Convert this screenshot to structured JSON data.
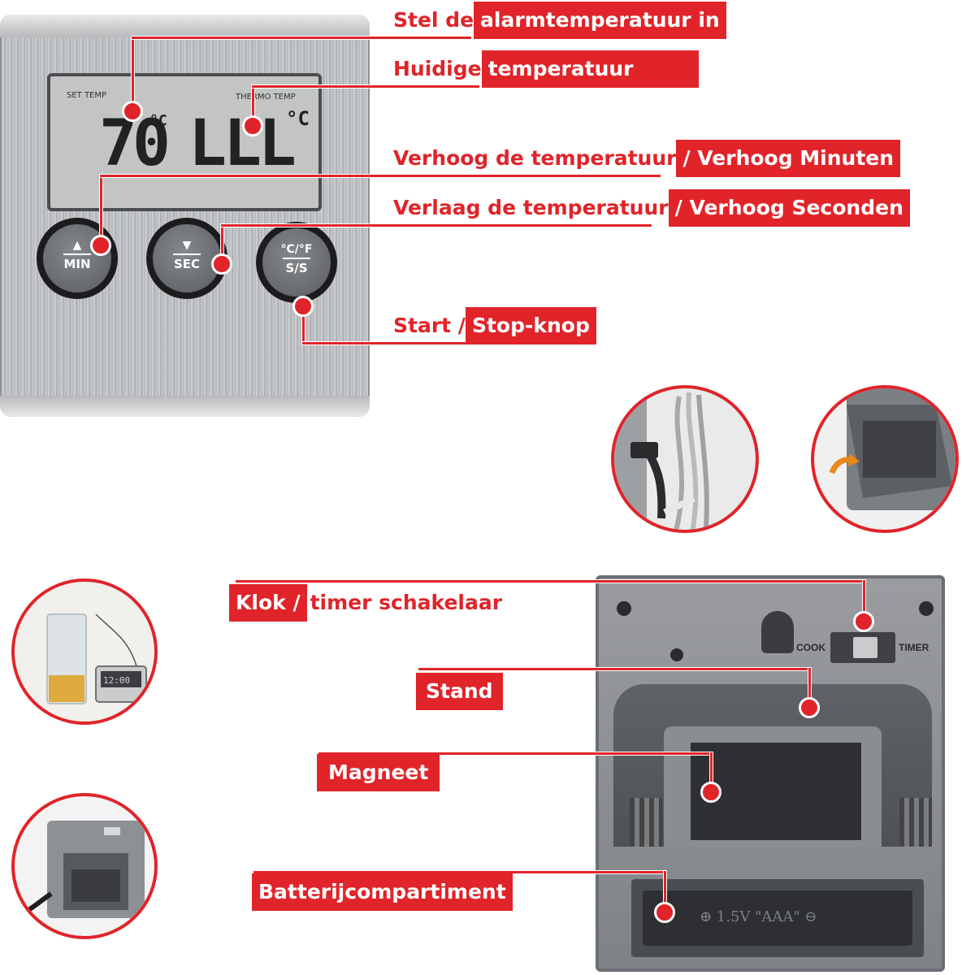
{
  "front": {
    "set_temp_caption": "SET TEMP",
    "thermo_temp_caption": "THERMO TEMP",
    "set_temp_value": "70",
    "set_temp_unit": "°C",
    "thermo_temp_value": "LLL",
    "thermo_temp_unit": "°C",
    "buttons": [
      {
        "symbol": "▲",
        "label": "MIN"
      },
      {
        "symbol": "▼",
        "label": "SEC"
      },
      {
        "symbol": "°C/°F",
        "label": "S/S"
      }
    ]
  },
  "callouts": {
    "alarm": {
      "plain": "Stel de",
      "box": "alarmtemperatuur in"
    },
    "current": {
      "plain": "Huidige",
      "box": "temperatuur"
    },
    "increase": {
      "plain": "Verhoog de temperatuur",
      "box": "/ Verhoog Minuten"
    },
    "decrease": {
      "plain": "Verlaag de temperatuur",
      "box": "/ Verhoog Seconden"
    },
    "startstop": {
      "plain": "Start /",
      "box": "Stop-knop"
    },
    "clock": {
      "box": "Klok /",
      "plain": "timer schakelaar"
    },
    "stand": {
      "box": "Stand"
    },
    "magnet": {
      "box": "Magneet"
    },
    "battery": {
      "box": "Batterijcompartiment"
    }
  },
  "back": {
    "switch_left": "COOK",
    "switch_right": "TIMER",
    "battery_text": "⊕  1.5V  \"AAA\"  ⊖"
  },
  "thumb_lcd": "12:00",
  "colors": {
    "accent": "#e0242a",
    "steel": "#c0c2c4"
  }
}
